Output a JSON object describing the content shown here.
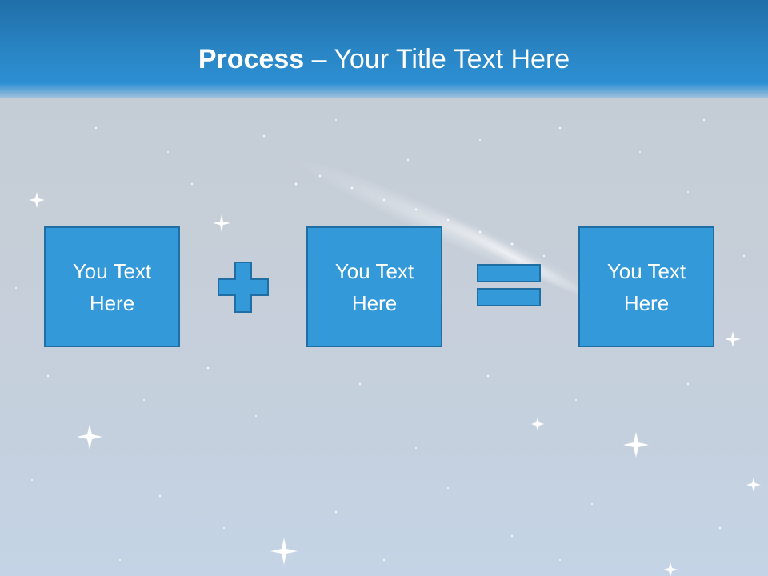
{
  "slide": {
    "title_bold": "Process",
    "title_rest": " – Your Title Text Here"
  },
  "boxes": [
    {
      "text": "You Text Here"
    },
    {
      "text": "You Text Here"
    },
    {
      "text": "You Text Here"
    }
  ],
  "operators": {
    "plus_icon": "plus-icon",
    "equals_icon": "equals-icon"
  },
  "colors": {
    "box_fill": "#3399d9",
    "box_border": "#1f6fa4",
    "title_bar": "#2a86c6",
    "title_text": "#ffffff"
  }
}
